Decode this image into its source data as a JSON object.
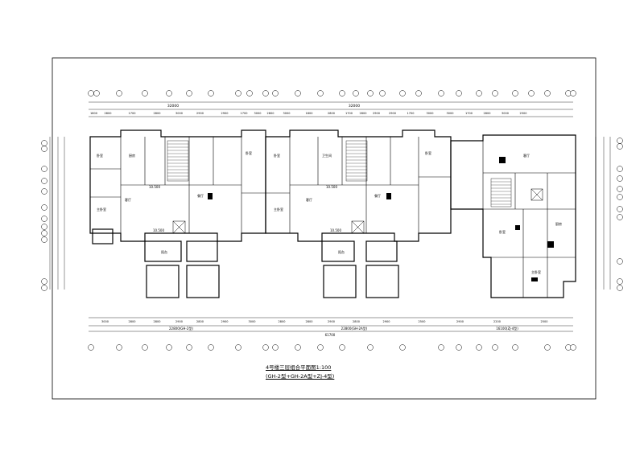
{
  "drawing": {
    "title_line1": "4号楼三层组合平面图1:100",
    "title_line2": "(GH-2型+GH-2A型+ZJ-4型)"
  },
  "dimensions": {
    "top_total_left": "32000",
    "top_total_right": "32000",
    "top_segments": [
      "1800",
      "2800",
      "1700",
      "2800",
      "3000",
      "2900",
      "2900",
      "1700",
      "3000",
      "2800",
      "3000",
      "1800",
      "2800",
      "1700",
      "2800",
      "2900",
      "2900",
      "1700",
      "3000",
      "3000",
      "1700",
      "2800",
      "3000",
      "2500"
    ],
    "bottom_segments": [
      "3000",
      "2800",
      "2800",
      "2900",
      "2800",
      "2900",
      "3000",
      "2800",
      "2800",
      "2900",
      "2800",
      "2900",
      "2500",
      "2900",
      "2200",
      "2500"
    ],
    "bottom_sub_left": "22800(GH-2型)",
    "bottom_sub_mid": "22800(GH-2A型)",
    "bottom_sub_right": "16100(ZJ-4型)",
    "bottom_total": "61700"
  },
  "rooms": {
    "bedroom": "卧室",
    "living": "客厅",
    "dining": "餐厅",
    "kitchen": "厨房",
    "toilet": "卫生间",
    "balcony": "阳台",
    "master": "主卧室"
  },
  "levels": [
    "10.500",
    "10.500",
    "10.500",
    "10.500"
  ]
}
